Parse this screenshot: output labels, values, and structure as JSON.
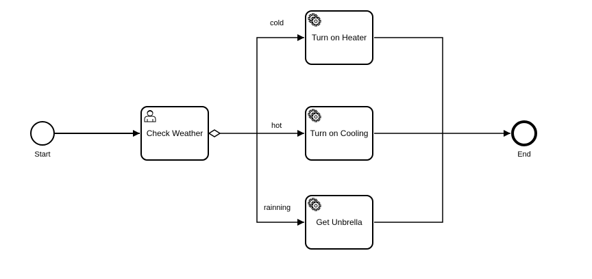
{
  "diagram": {
    "start_event": {
      "label": "Start"
    },
    "end_event": {
      "label": "End"
    },
    "tasks": {
      "check_weather": {
        "label": "Check Weather",
        "icon": "user-icon"
      },
      "heater": {
        "label": "Turn on Heater",
        "icon": "gear-icon"
      },
      "cooling": {
        "label": "Turn on Cooling",
        "icon": "gear-icon"
      },
      "umbrella": {
        "label": "Get Unbrella",
        "icon": "gear-icon"
      }
    },
    "conditions": {
      "cold": "cold",
      "hot": "hot",
      "raining": "rainning"
    },
    "colors": {
      "stroke": "#000000",
      "fill": "#ffffff"
    }
  }
}
